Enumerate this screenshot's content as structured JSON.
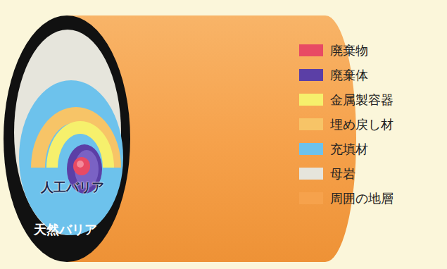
{
  "diagram": {
    "labels": [
      "人工バリア",
      "天然バリア"
    ],
    "legend": [
      {
        "text": "廃棄物",
        "color": "#e84a64"
      },
      {
        "text": "廃棄体",
        "color": "#5b3fa6"
      },
      {
        "text": "金属製容器",
        "color": "#f6f06c"
      },
      {
        "text": "埋め戻し材",
        "color": "#f7c467"
      },
      {
        "text": "充填材",
        "color": "#6dc2ec"
      },
      {
        "text": "母岩",
        "color": "#e6e5dc"
      },
      {
        "text": "周囲の地層",
        "color": "#f6a24c"
      }
    ]
  }
}
